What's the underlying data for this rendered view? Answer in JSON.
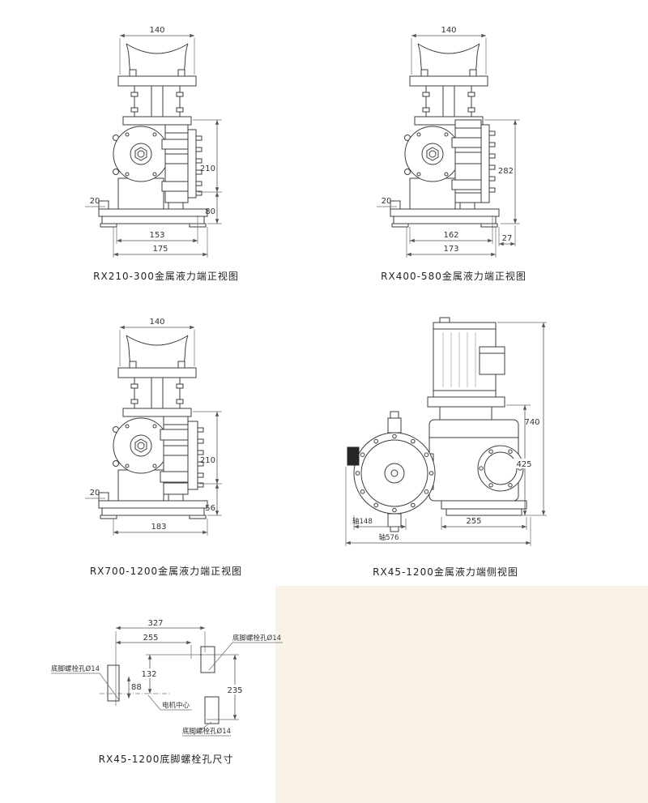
{
  "page": {
    "background": "#ffffff",
    "panel_background": "#f8f3e6",
    "line_color": "#3d3d3d"
  },
  "figures": [
    {
      "caption": "RX210-300金属液力端正视图",
      "dims": {
        "top_width": "140",
        "right_upper": "210",
        "right_lower": "80",
        "left_base": "20",
        "bottom_inner": "153",
        "bottom_outer": "175"
      }
    },
    {
      "caption": "RX400-580金属液力端正视图",
      "dims": {
        "top_width": "140",
        "right_height": "282",
        "left_base": "20",
        "bottom_inner": "162",
        "bottom_outer": "173",
        "bottom_right": "27"
      }
    },
    {
      "caption": "RX700-1200金属液力端正视图",
      "dims": {
        "top_width": "140",
        "right_upper": "210",
        "right_lower": "56",
        "left_base": "20",
        "bottom_width": "183"
      }
    },
    {
      "caption": "RX45-1200金属液力端侧视图",
      "dims": {
        "total_height": "740",
        "pump_height": "425",
        "foot_length": "255",
        "bottom_left": "轴148",
        "total_length": "轴576"
      }
    },
    {
      "caption": "RX45-1200底脚螺栓孔尺寸",
      "dims": {
        "top_outer": "327",
        "top_inner": "255",
        "center_vertical": "132",
        "left_vertical": "88",
        "right_vertical": "235"
      },
      "labels": {
        "bolt_hole_left": "底脚螺栓孔Ø14",
        "bolt_hole_top": "底脚螺栓孔Ø14",
        "bolt_hole_bottom": "底脚螺栓孔Ø14",
        "motor_center": "电机中心"
      }
    }
  ]
}
